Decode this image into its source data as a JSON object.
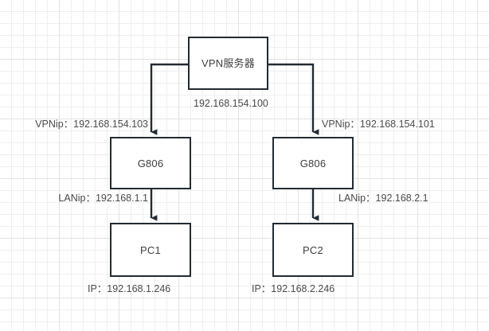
{
  "diagram": {
    "title": "VPN network topology",
    "stroke_color": "#232b33",
    "text_color": "#4a4a4a",
    "grid_color": "#efefef",
    "nodes": [
      {
        "id": "vpn-server",
        "label": "VPN服务器"
      },
      {
        "id": "gateway-left",
        "label": "G806"
      },
      {
        "id": "gateway-right",
        "label": "G806"
      },
      {
        "id": "pc1",
        "label": "PC1"
      },
      {
        "id": "pc2",
        "label": "PC2"
      }
    ],
    "captions": {
      "vpn_server_ip": "192.168.154.100",
      "left_vpn_ip": "VPNip：192.168.154.103",
      "right_vpn_ip": "VPNip：192.168.154.101",
      "left_lan_ip": "LANip：192.168.1.1",
      "right_lan_ip": "LANip：192.168.2.1",
      "pc1_ip": "IP：192.168.1.246",
      "pc2_ip": "IP：192.168.2.246"
    }
  }
}
